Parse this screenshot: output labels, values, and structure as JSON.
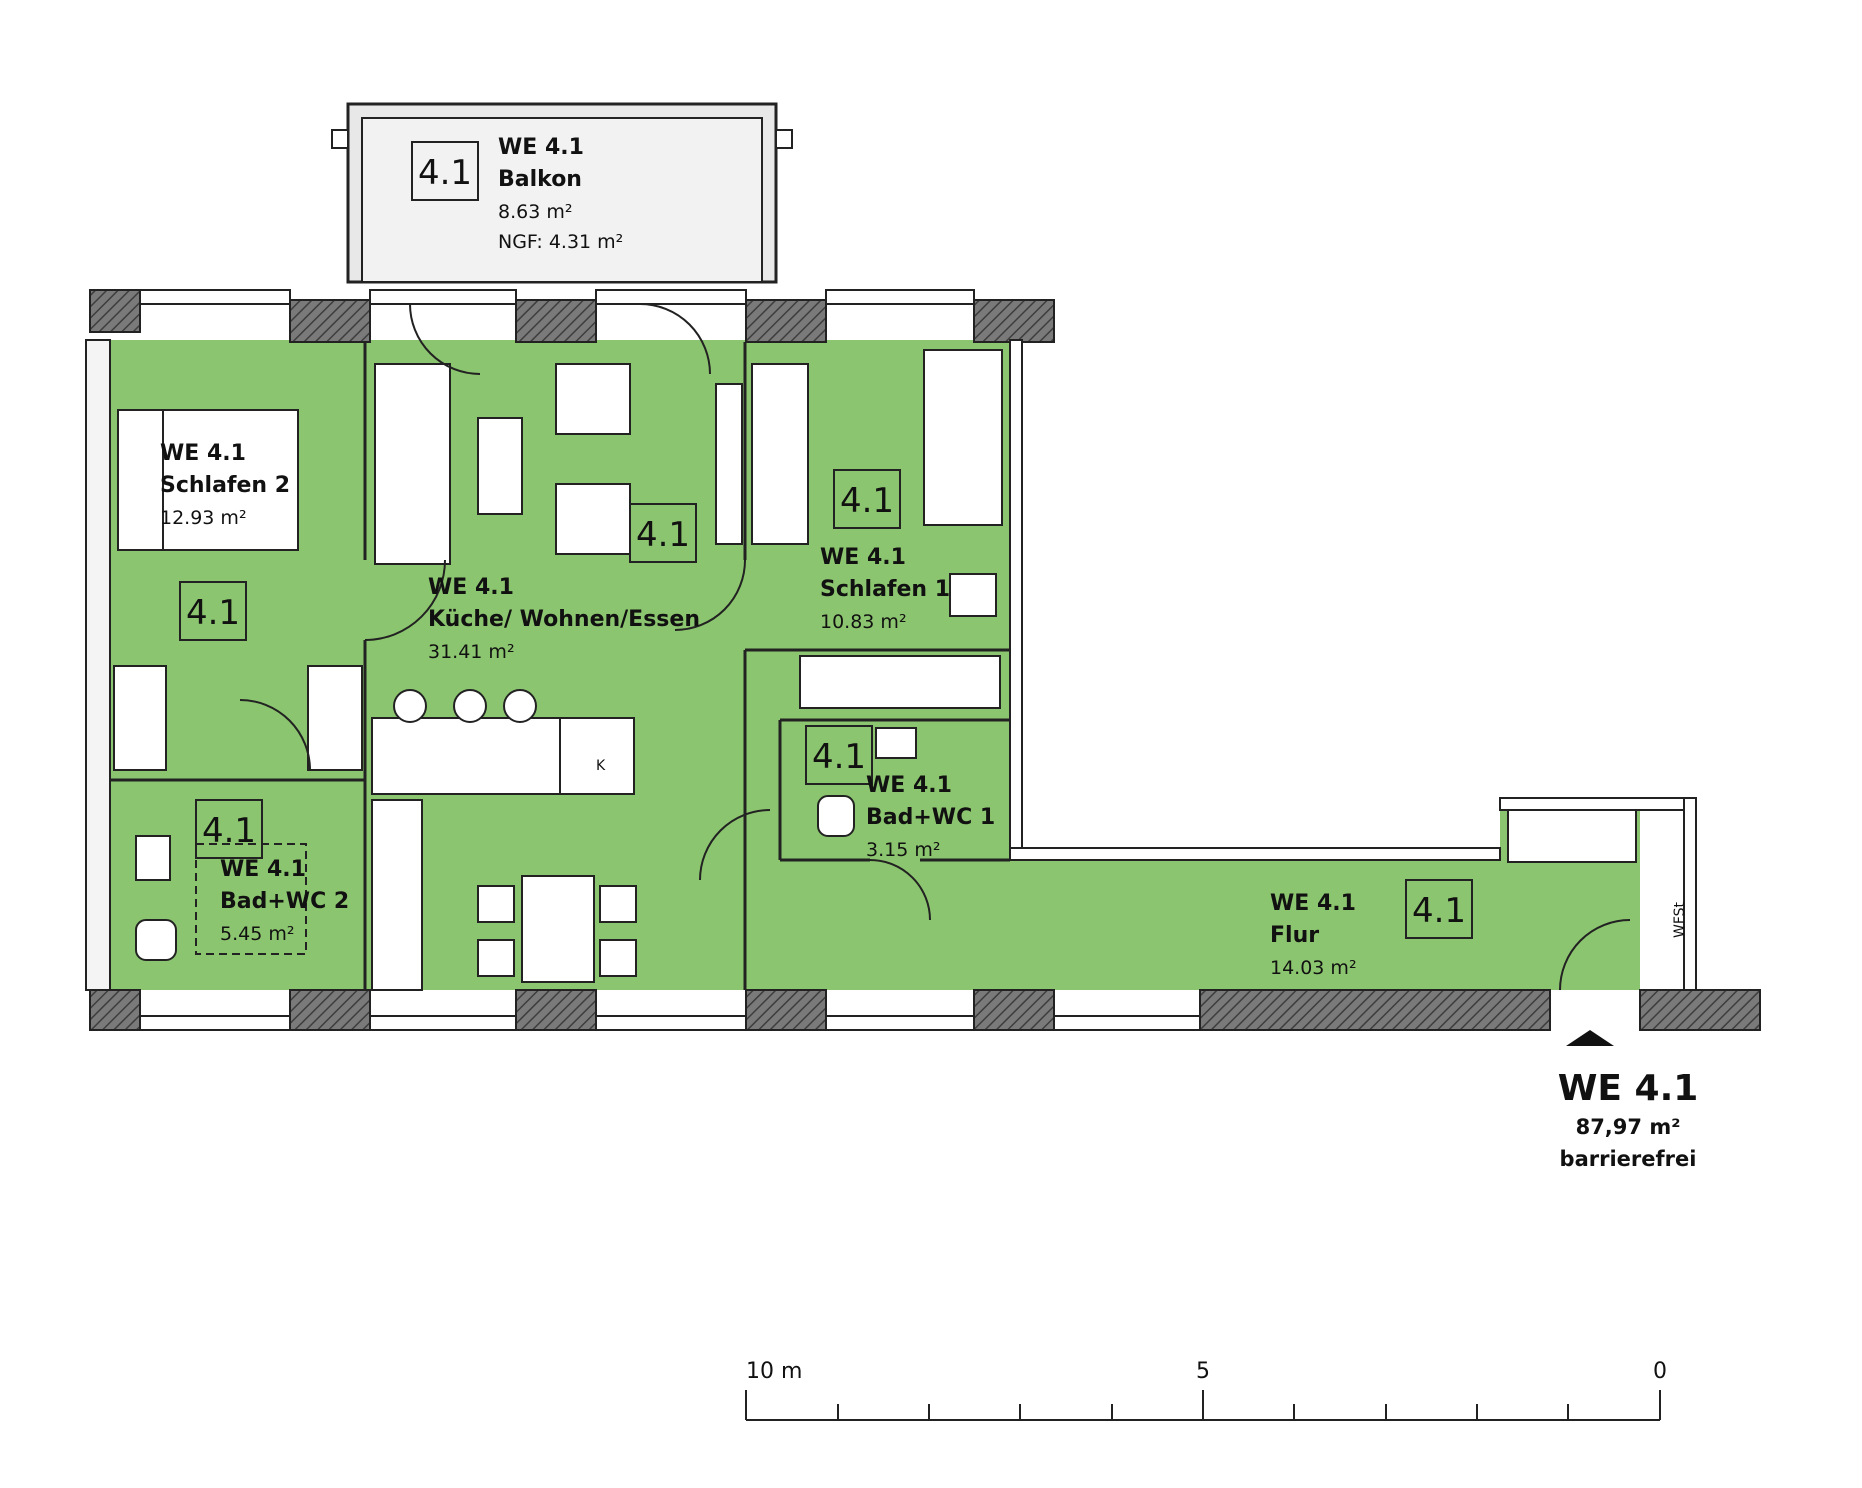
{
  "colors": {
    "room_fill": "#8cc56f",
    "wall": "#6f6f6f",
    "balcony_fill": "#eeeeee",
    "line": "#222222"
  },
  "unit_tag": "4.1",
  "rooms": [
    {
      "id": "balkon",
      "unit": "WE 4.1",
      "name": "Balkon",
      "area": "8.63 m²",
      "extra": "NGF: 4.31 m²"
    },
    {
      "id": "schlafen2",
      "unit": "WE 4.1",
      "name": "Schlafen 2",
      "area": "12.93 m²"
    },
    {
      "id": "wohnen",
      "unit": "WE 4.1",
      "name": "Küche/ Wohnen/Essen",
      "area": "31.41 m²"
    },
    {
      "id": "schlafen1",
      "unit": "WE 4.1",
      "name": "Schlafen 1",
      "area": "10.83 m²"
    },
    {
      "id": "bad1",
      "unit": "WE 4.1",
      "name": "Bad+WC 1",
      "area": "3.15 m²"
    },
    {
      "id": "bad2",
      "unit": "WE 4.1",
      "name": "Bad+WC 2",
      "area": "5.45 m²"
    },
    {
      "id": "flur",
      "unit": "WE 4.1",
      "name": "Flur",
      "area": "14.03 m²"
    }
  ],
  "summary": {
    "title": "WE 4.1",
    "area": "87,97 m²",
    "note": "barrierefrei"
  },
  "wfst_label": "WFSt",
  "kitchen_mark": "K",
  "scale": {
    "labels": [
      "10 m",
      "5",
      "0"
    ]
  }
}
